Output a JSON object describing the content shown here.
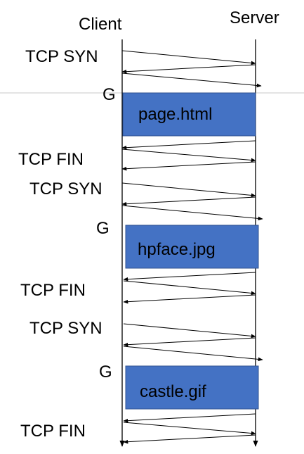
{
  "diagram": {
    "client_label": "Client",
    "server_label": "Server",
    "colors": {
      "line": "#000000",
      "box_fill": "#4472c4",
      "box_border": "#2f528f",
      "separator": "#c8c8c8"
    },
    "labels": [
      {
        "id": "syn1",
        "text": "TCP SYN"
      },
      {
        "id": "get1",
        "text": "G"
      },
      {
        "id": "fin1",
        "text": "TCP FIN"
      },
      {
        "id": "syn2",
        "text": "TCP SYN"
      },
      {
        "id": "get2",
        "text": "G"
      },
      {
        "id": "fin2",
        "text": "TCP FIN"
      },
      {
        "id": "syn3",
        "text": "TCP SYN"
      },
      {
        "id": "get3",
        "text": "G"
      },
      {
        "id": "fin3",
        "text": "TCP FIN"
      }
    ],
    "boxes": [
      {
        "id": "box1",
        "text": "page.html"
      },
      {
        "id": "box2",
        "text": "hpface.jpg"
      },
      {
        "id": "box3",
        "text": "castle.gif"
      }
    ]
  }
}
